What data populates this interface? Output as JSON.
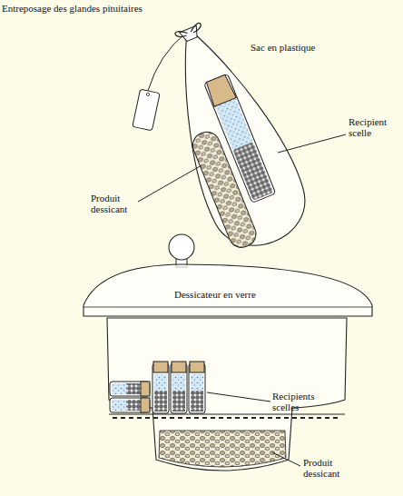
{
  "diagram": {
    "title": "Entreposage des glandes pituitaires",
    "labels": [
      "Sac en plastique",
      "Recipient scelle",
      "Produit dessicant",
      "Dessicateur en verre",
      "Recipients scelles",
      "Produit dessicant"
    ]
  }
}
